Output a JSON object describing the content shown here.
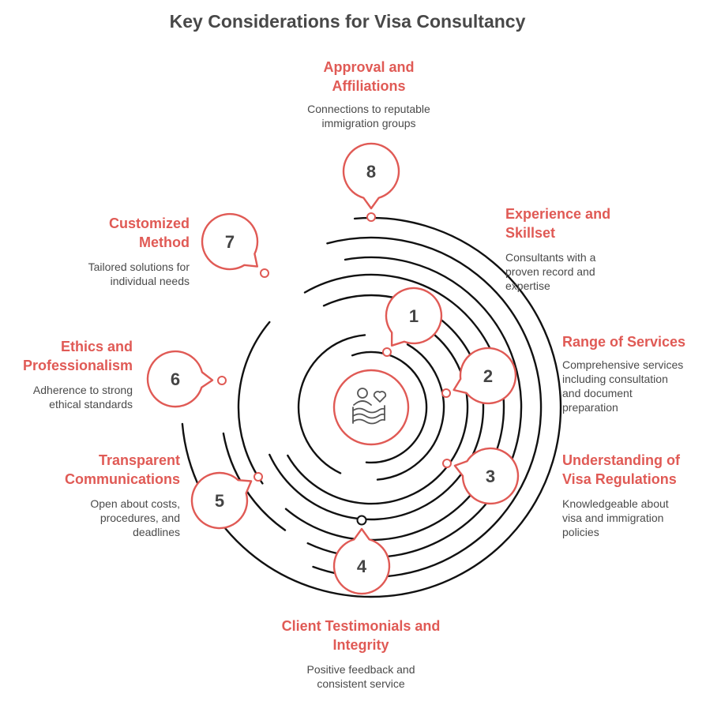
{
  "title": "Key Considerations for Visa Consultancy",
  "center_icon": "people-heart-flag-icon",
  "colors": {
    "accent": "#e05a55",
    "ring": "#111111",
    "text": "#4a4a4a",
    "title": "#484848"
  },
  "items": [
    {
      "number": "1",
      "title_line1": "Experience and",
      "title_line2": "Skillset",
      "desc_line1": "Consultants with a",
      "desc_line2": "proven record and",
      "desc_line3": "expertise"
    },
    {
      "number": "2",
      "title_line1": "Range of Services",
      "title_line2": "",
      "desc_line1": "Comprehensive services",
      "desc_line2": "including consultation",
      "desc_line3": "and document",
      "desc_line4": "preparation"
    },
    {
      "number": "3",
      "title_line1": "Understanding of",
      "title_line2": "Visa Regulations",
      "desc_line1": "Knowledgeable about",
      "desc_line2": "visa and immigration",
      "desc_line3": "policies"
    },
    {
      "number": "4",
      "title_line1": "Client Testimonials and",
      "title_line2": "Integrity",
      "desc_line1": "Positive feedback and",
      "desc_line2": "consistent service"
    },
    {
      "number": "5",
      "title_line1": "Transparent",
      "title_line2": "Communications",
      "desc_line1": "Open about costs,",
      "desc_line2": "procedures, and",
      "desc_line3": "deadlines"
    },
    {
      "number": "6",
      "title_line1": "Ethics and",
      "title_line2": "Professionalism",
      "desc_line1": "Adherence to strong",
      "desc_line2": "ethical standards"
    },
    {
      "number": "7",
      "title_line1": "Customized",
      "title_line2": "Method",
      "desc_line1": "Tailored solutions for",
      "desc_line2": "individual needs"
    },
    {
      "number": "8",
      "title_line1": "Approval and",
      "title_line2": "Affiliations",
      "desc_line1": "Connections to reputable",
      "desc_line2": "immigration groups"
    }
  ]
}
